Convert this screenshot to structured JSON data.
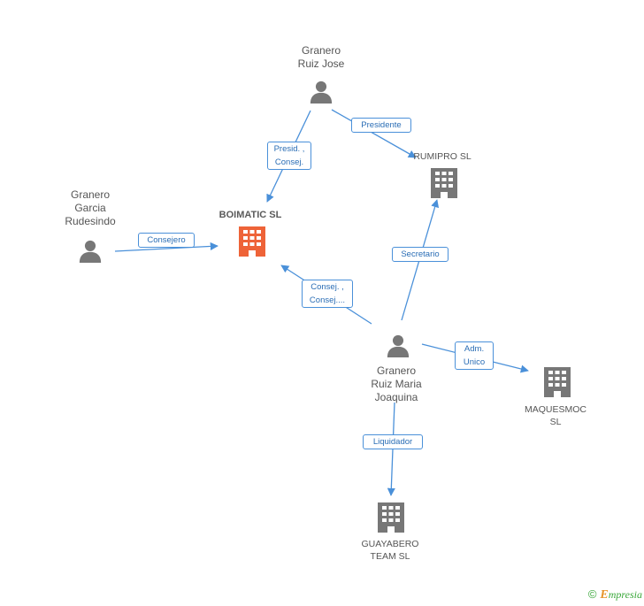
{
  "colors": {
    "edge": "#4a90d9",
    "person": "#777777",
    "company": "#777777",
    "focus_company": "#ee6338"
  },
  "persons": [
    {
      "id": "p_jose",
      "label": "Granero\nRuiz Jose",
      "icon": "person-icon"
    },
    {
      "id": "p_rudesindo",
      "label": "Granero\nGarcia\nRudesindo",
      "icon": "person-icon"
    },
    {
      "id": "p_joaquina",
      "label": "Granero\nRuiz Maria\nJoaquina",
      "icon": "person-icon"
    }
  ],
  "companies": [
    {
      "id": "c_boimatic",
      "label": "BOIMATIC SL",
      "icon": "building-icon",
      "focus": true
    },
    {
      "id": "c_rumipro",
      "label": "RUMIPRO SL",
      "icon": "building-icon",
      "focus": false
    },
    {
      "id": "c_maquesmoc",
      "label": "MAQUESMOC\nSL",
      "icon": "building-icon",
      "focus": false
    },
    {
      "id": "c_guayabero",
      "label": "GUAYABERO\nTEAM SL",
      "icon": "building-icon",
      "focus": false
    }
  ],
  "relations": [
    {
      "id": "r1",
      "from": "p_jose",
      "to": "c_boimatic",
      "label": "Presid. ,\nConsej."
    },
    {
      "id": "r2",
      "from": "p_jose",
      "to": "c_rumipro",
      "label": "Presidente"
    },
    {
      "id": "r3",
      "from": "p_rudesindo",
      "to": "c_boimatic",
      "label": "Consejero"
    },
    {
      "id": "r4",
      "from": "p_joaquina",
      "to": "c_boimatic",
      "label": "Consej. ,\nConsej...."
    },
    {
      "id": "r5",
      "from": "p_joaquina",
      "to": "c_rumipro",
      "label": "Secretario"
    },
    {
      "id": "r6",
      "from": "p_joaquina",
      "to": "c_maquesmoc",
      "label": "Adm.\nUnico"
    },
    {
      "id": "r7",
      "from": "p_joaquina",
      "to": "c_guayabero",
      "label": "Liquidador"
    }
  ],
  "brand": {
    "copyright_symbol": "©",
    "name_initial": "E",
    "name_rest": "mpresia"
  }
}
